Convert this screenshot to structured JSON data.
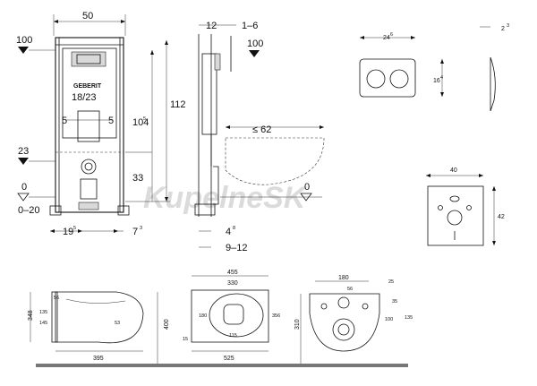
{
  "watermark": "KupelneSK",
  "brand": "GEBERIT",
  "frame_front": {
    "width": "50",
    "top_left": "100",
    "flush_plate": "18/23",
    "dim_5_left": "5",
    "dim_5_right": "5",
    "height_112": "112",
    "height_104": "104",
    "height_104_sup": "5",
    "level_23": "23",
    "height_33": "33",
    "zero": "0",
    "range": "0–20",
    "bottom_left": "19",
    "bottom_left_sup": "5",
    "bottom_right": "7",
    "bottom_right_sup": "3"
  },
  "frame_side": {
    "top_12": "12",
    "top_range": "1–6",
    "level_100": "100",
    "reach": "≤ 62",
    "zero": "0",
    "dim_4": "4",
    "dim_4_sup": "8",
    "range_bottom": "9–12"
  },
  "plate": {
    "width": "24",
    "width_sup": "6",
    "height": "16",
    "height_sup": "4",
    "depth": "2",
    "depth_sup": "3"
  },
  "panel": {
    "width": "40",
    "height": "42"
  },
  "bowl_side": {
    "height": "348",
    "length": "395",
    "d56": "56",
    "d135": "135",
    "d145": "145",
    "d53": "53",
    "d400": "400"
  },
  "bowl_top": {
    "width": "455",
    "inner": "330",
    "d180": "180",
    "d356": "356",
    "d115": "115",
    "d15": "15",
    "length": "525"
  },
  "bowl_back": {
    "d180": "180",
    "d56": "56",
    "d25": "25",
    "d35": "35",
    "d100": "100",
    "d135": "135",
    "height": "310"
  }
}
